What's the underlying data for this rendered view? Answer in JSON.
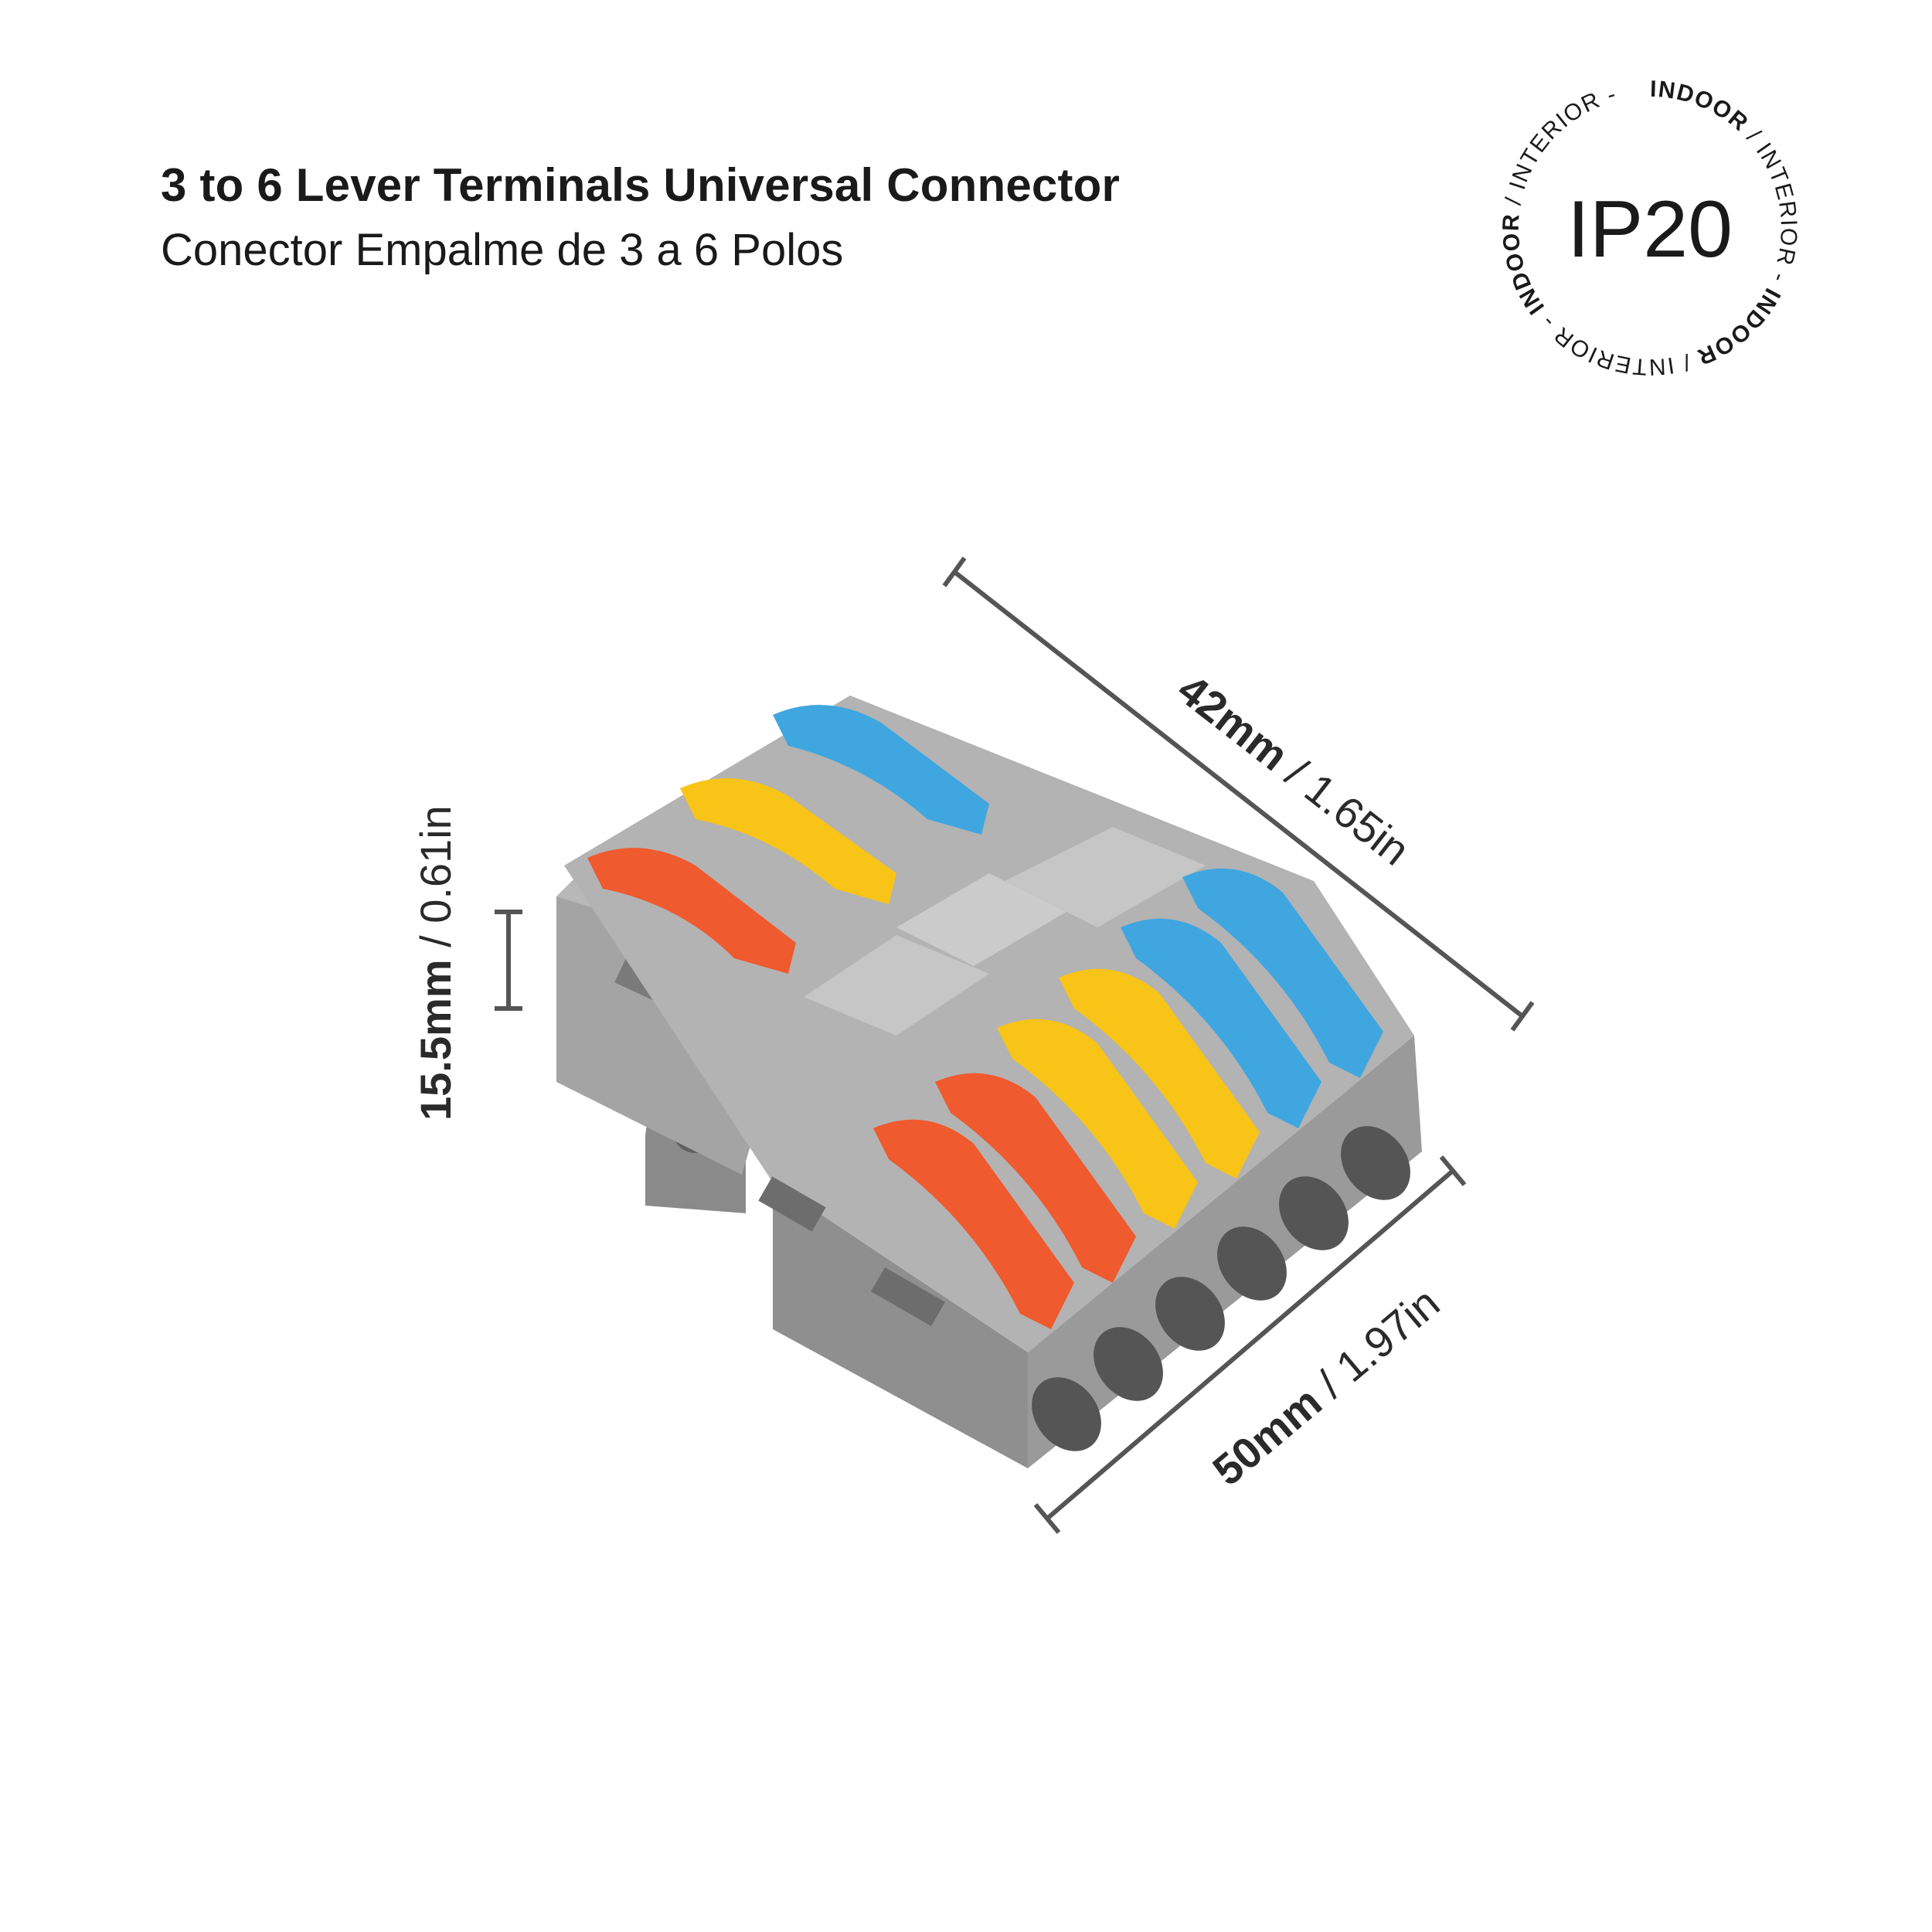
{
  "header": {
    "title": "3 to 6 Lever Terminals Universal Connector",
    "subtitle": "Conector Empalme de 3 a 6 Polos"
  },
  "badge": {
    "rating": "IP20",
    "ring_segments": [
      {
        "text": "INDOOR",
        "bold": true
      },
      {
        "text": " / INTERIOR - ",
        "bold": false
      },
      {
        "text": "INDOOR",
        "bold": true
      },
      {
        "text": " / INTERIOR - ",
        "bold": false
      },
      {
        "text": "INDOOR",
        "bold": true
      },
      {
        "text": " / INTERIOR - ",
        "bold": false
      }
    ]
  },
  "dimensions": {
    "length": {
      "metric": "42mm",
      "imperial": " / 1.65in"
    },
    "width": {
      "metric": "50mm",
      "imperial": " / 1.97in"
    },
    "height": {
      "metric": "15.5mm",
      "imperial": " / 0.61in"
    }
  },
  "colors": {
    "housing": "#9e9e9e",
    "housing_dark": "#7d7d7d",
    "housing_light": "#bdbdbd",
    "lever_orange": "#ef5a2f",
    "lever_yellow": "#f7c417",
    "lever_blue": "#3fa6e0",
    "dimension_line": "#555555"
  }
}
